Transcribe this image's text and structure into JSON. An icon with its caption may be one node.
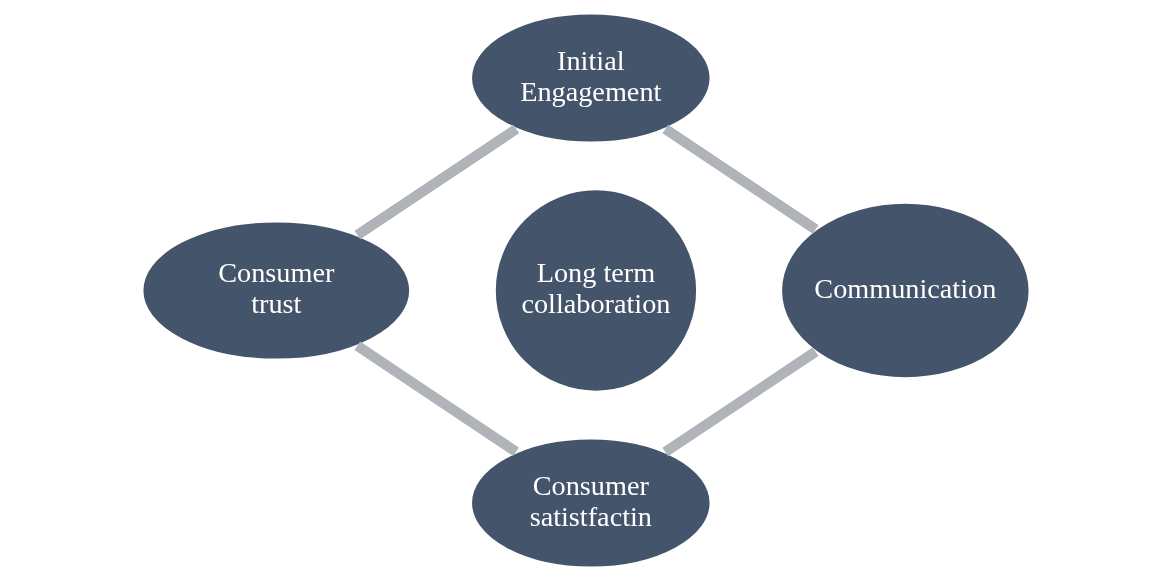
{
  "diagram": {
    "nodes": [
      {
        "text": [
          "Initial Engagement"
        ]
      },
      {
        "text": [
          "Consumer trust"
        ]
      },
      {
        "text": [
          "Long term collaboration"
        ]
      },
      {
        "text": [
          "Communication"
        ]
      },
      {
        "text": [
          "Consumer satistfactin"
        ]
      }
    ],
    "edges": [
      {
        "from": 0,
        "to": 3,
        "arrow": "none"
      },
      {
        "from": 3,
        "to": 4,
        "arrow": "none"
      },
      {
        "from": 4,
        "to": 1,
        "arrow": "none"
      },
      {
        "from": 1,
        "to": 0,
        "arrow": "none"
      }
    ]
  }
}
